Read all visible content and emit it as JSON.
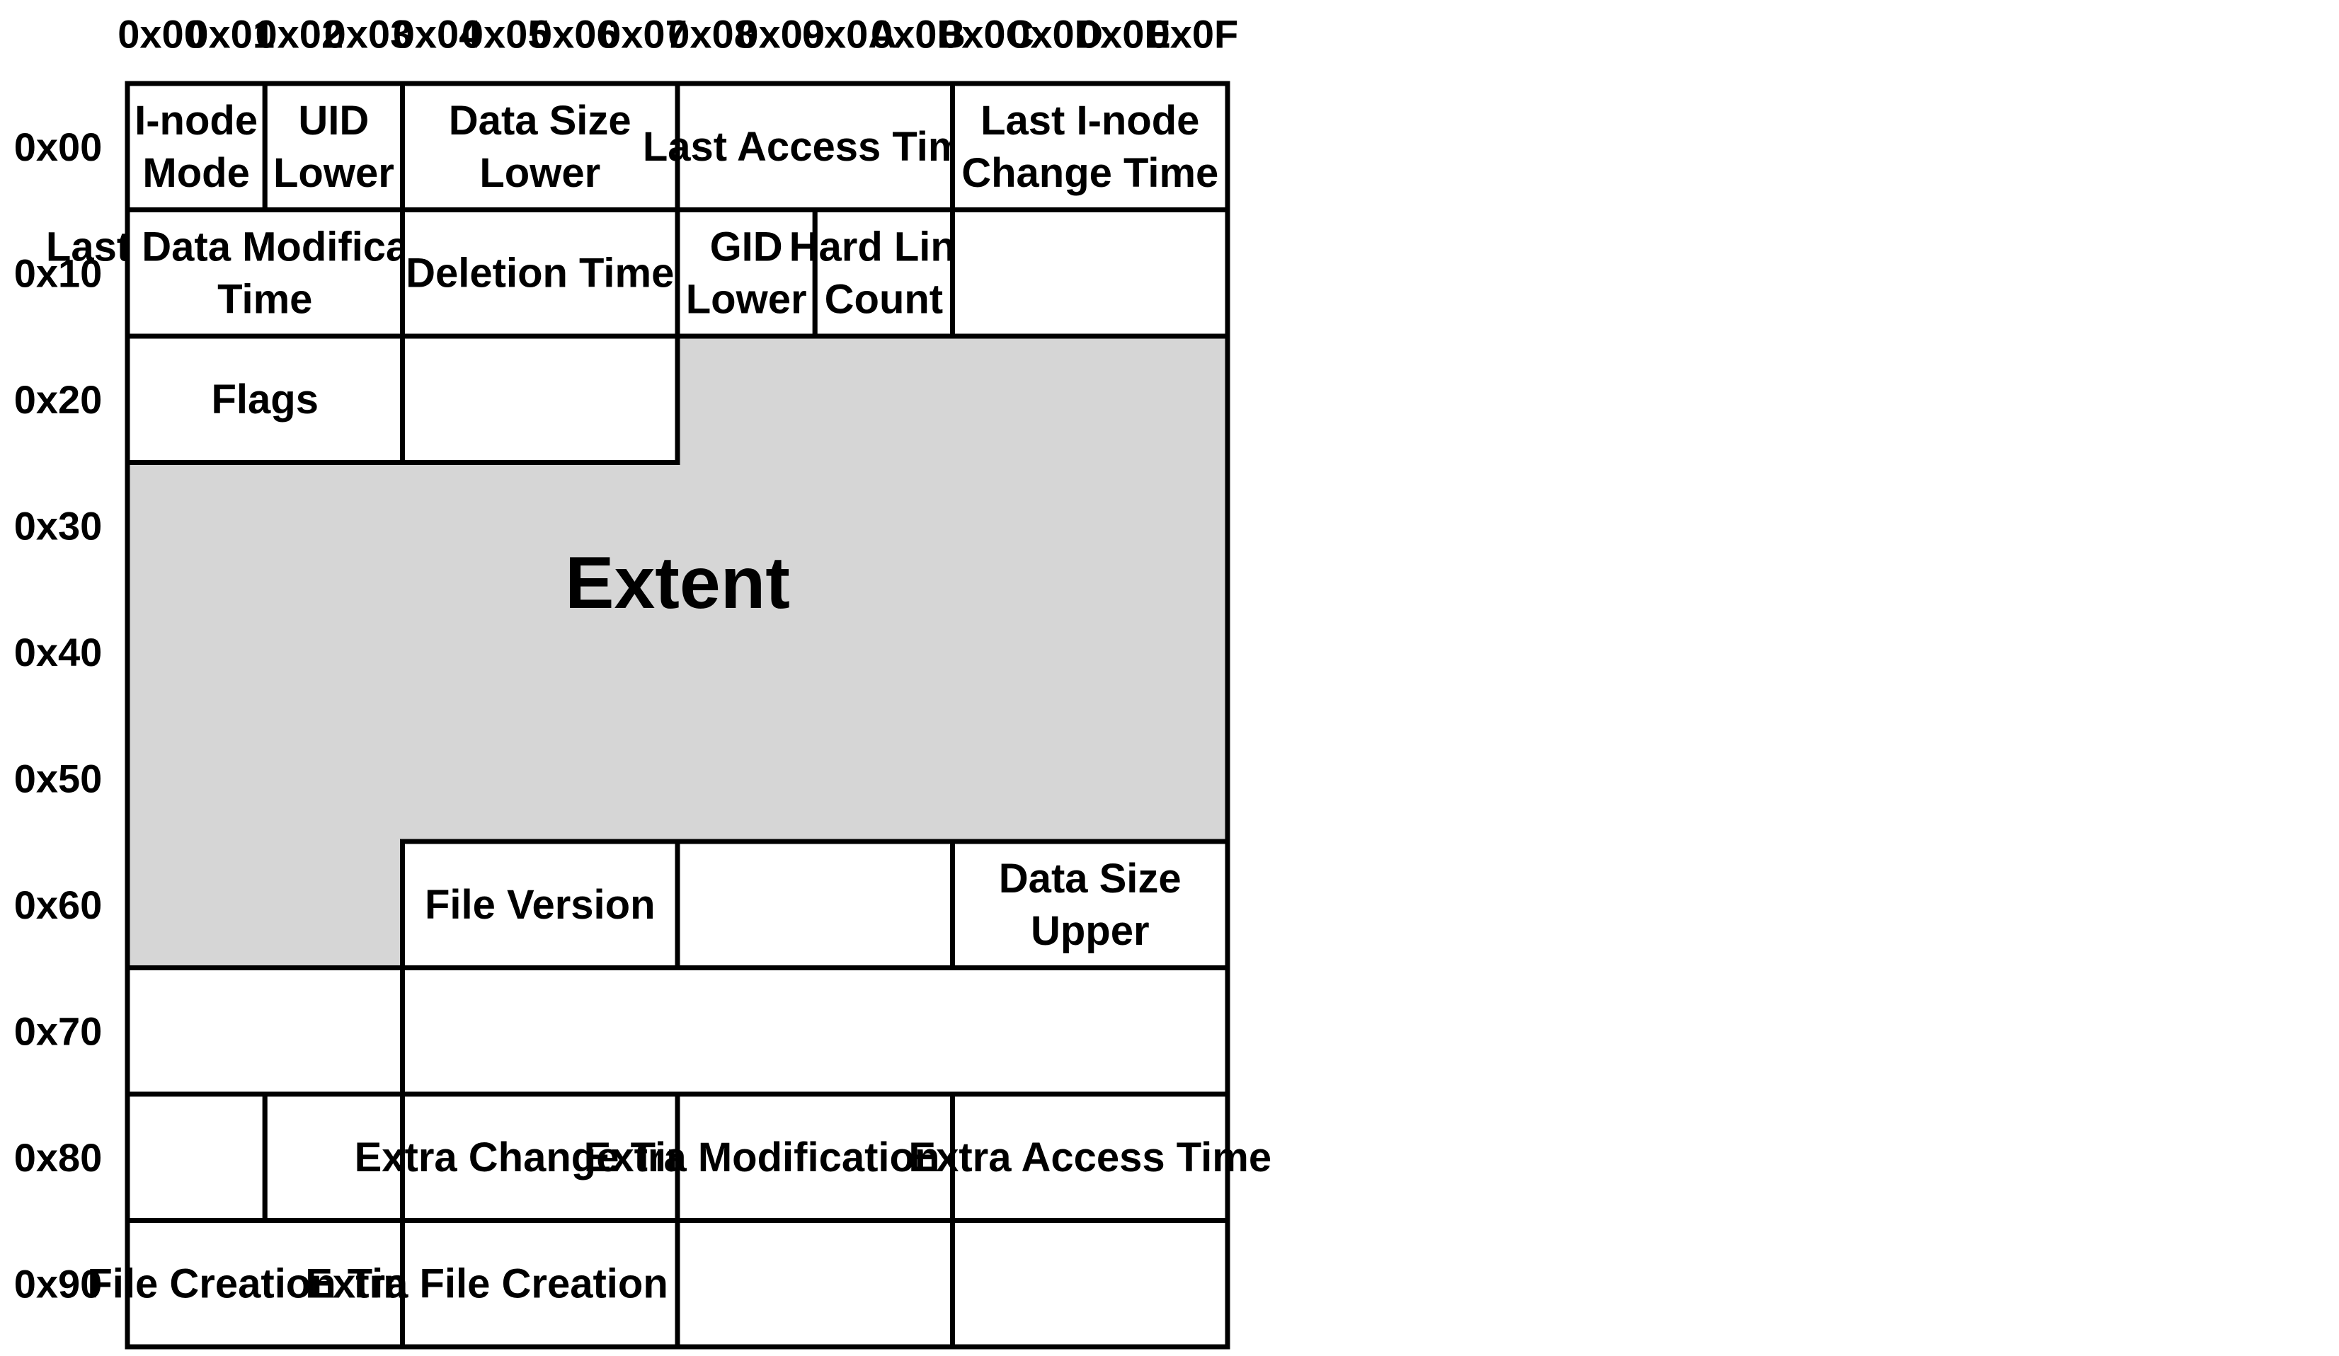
{
  "column_offsets": [
    "0x00",
    "0x01",
    "0x02",
    "0x03",
    "0x04",
    "0x05",
    "0x06",
    "0x07",
    "0x08",
    "0x09",
    "0x0A",
    "0x0B",
    "0x0C",
    "0x0D",
    "0x0E",
    "0x0F"
  ],
  "row_offsets": [
    "0x00",
    "0x10",
    "0x20",
    "0x30",
    "0x40",
    "0x50",
    "0x60",
    "0x70",
    "0x80",
    "0x90"
  ],
  "colors": {
    "extent_fill": "#d6d6d6",
    "line": "#000000",
    "background": "#ffffff"
  },
  "fields": [
    {
      "id": "inode-mode",
      "label": [
        "I-node",
        "Mode"
      ],
      "row": 0,
      "col": 0,
      "width": 2
    },
    {
      "id": "uid-lower",
      "label": [
        "UID",
        "Lower"
      ],
      "row": 0,
      "col": 2,
      "width": 2
    },
    {
      "id": "data-size-lower",
      "label": [
        "Data Size",
        "Lower"
      ],
      "row": 0,
      "col": 4,
      "width": 4
    },
    {
      "id": "last-access-time",
      "label": [
        "Last Access Time"
      ],
      "row": 0,
      "col": 8,
      "width": 4
    },
    {
      "id": "last-inode-change-time",
      "label": [
        "Last I-node",
        "Change Time"
      ],
      "row": 0,
      "col": 12,
      "width": 4
    },
    {
      "id": "last-data-modification-time",
      "label": [
        "Last Data Modification",
        "Time"
      ],
      "row": 1,
      "col": 0,
      "width": 4
    },
    {
      "id": "deletion-time",
      "label": [
        "Deletion Time"
      ],
      "row": 1,
      "col": 4,
      "width": 4
    },
    {
      "id": "gid-lower",
      "label": [
        "GID",
        "Lower"
      ],
      "row": 1,
      "col": 8,
      "width": 2
    },
    {
      "id": "hard-link-count",
      "label": [
        "Hard Link",
        "Count"
      ],
      "row": 1,
      "col": 10,
      "width": 2
    },
    {
      "id": "empty-0x1c",
      "label": [],
      "row": 1,
      "col": 12,
      "width": 4
    },
    {
      "id": "flags",
      "label": [
        "Flags"
      ],
      "row": 2,
      "col": 0,
      "width": 4
    },
    {
      "id": "empty-0x24",
      "label": [],
      "row": 2,
      "col": 4,
      "width": 4
    },
    {
      "id": "file-version",
      "label": [
        "File Version"
      ],
      "row": 6,
      "col": 4,
      "width": 4
    },
    {
      "id": "empty-0x68",
      "label": [],
      "row": 6,
      "col": 8,
      "width": 4
    },
    {
      "id": "data-size-upper",
      "label": [
        "Data Size",
        "Upper"
      ],
      "row": 6,
      "col": 12,
      "width": 4
    },
    {
      "id": "empty-0x70",
      "label": [],
      "row": 7,
      "col": 0,
      "width": 4
    },
    {
      "id": "empty-0x74",
      "label": [],
      "row": 7,
      "col": 4,
      "width": 12
    },
    {
      "id": "empty-0x80",
      "label": [],
      "row": 8,
      "col": 0,
      "width": 2
    },
    {
      "id": "empty-0x82",
      "label": [],
      "row": 8,
      "col": 2,
      "width": 2
    },
    {
      "id": "extra-change-time",
      "label": [
        "Extra Change Time"
      ],
      "row": 8,
      "col": 4,
      "width": 4
    },
    {
      "id": "extra-modification-time",
      "label": [
        "Extra Modification Time"
      ],
      "row": 8,
      "col": 8,
      "width": 4
    },
    {
      "id": "extra-access-time",
      "label": [
        "Extra Access Time"
      ],
      "row": 8,
      "col": 12,
      "width": 4
    },
    {
      "id": "file-creation-time",
      "label": [
        "File Creation Time"
      ],
      "row": 9,
      "col": 0,
      "width": 4
    },
    {
      "id": "extra-file-creation-time",
      "label": [
        "Extra File Creation Time"
      ],
      "row": 9,
      "col": 4,
      "width": 4
    },
    {
      "id": "empty-0x98",
      "label": [],
      "row": 9,
      "col": 8,
      "width": 4
    },
    {
      "id": "empty-0x9c",
      "label": [],
      "row": 9,
      "col": 12,
      "width": 4
    }
  ],
  "extent": {
    "label": "Extent",
    "start": {
      "row": 2,
      "col": 8
    },
    "end": {
      "row": 6,
      "col": 4
    }
  }
}
